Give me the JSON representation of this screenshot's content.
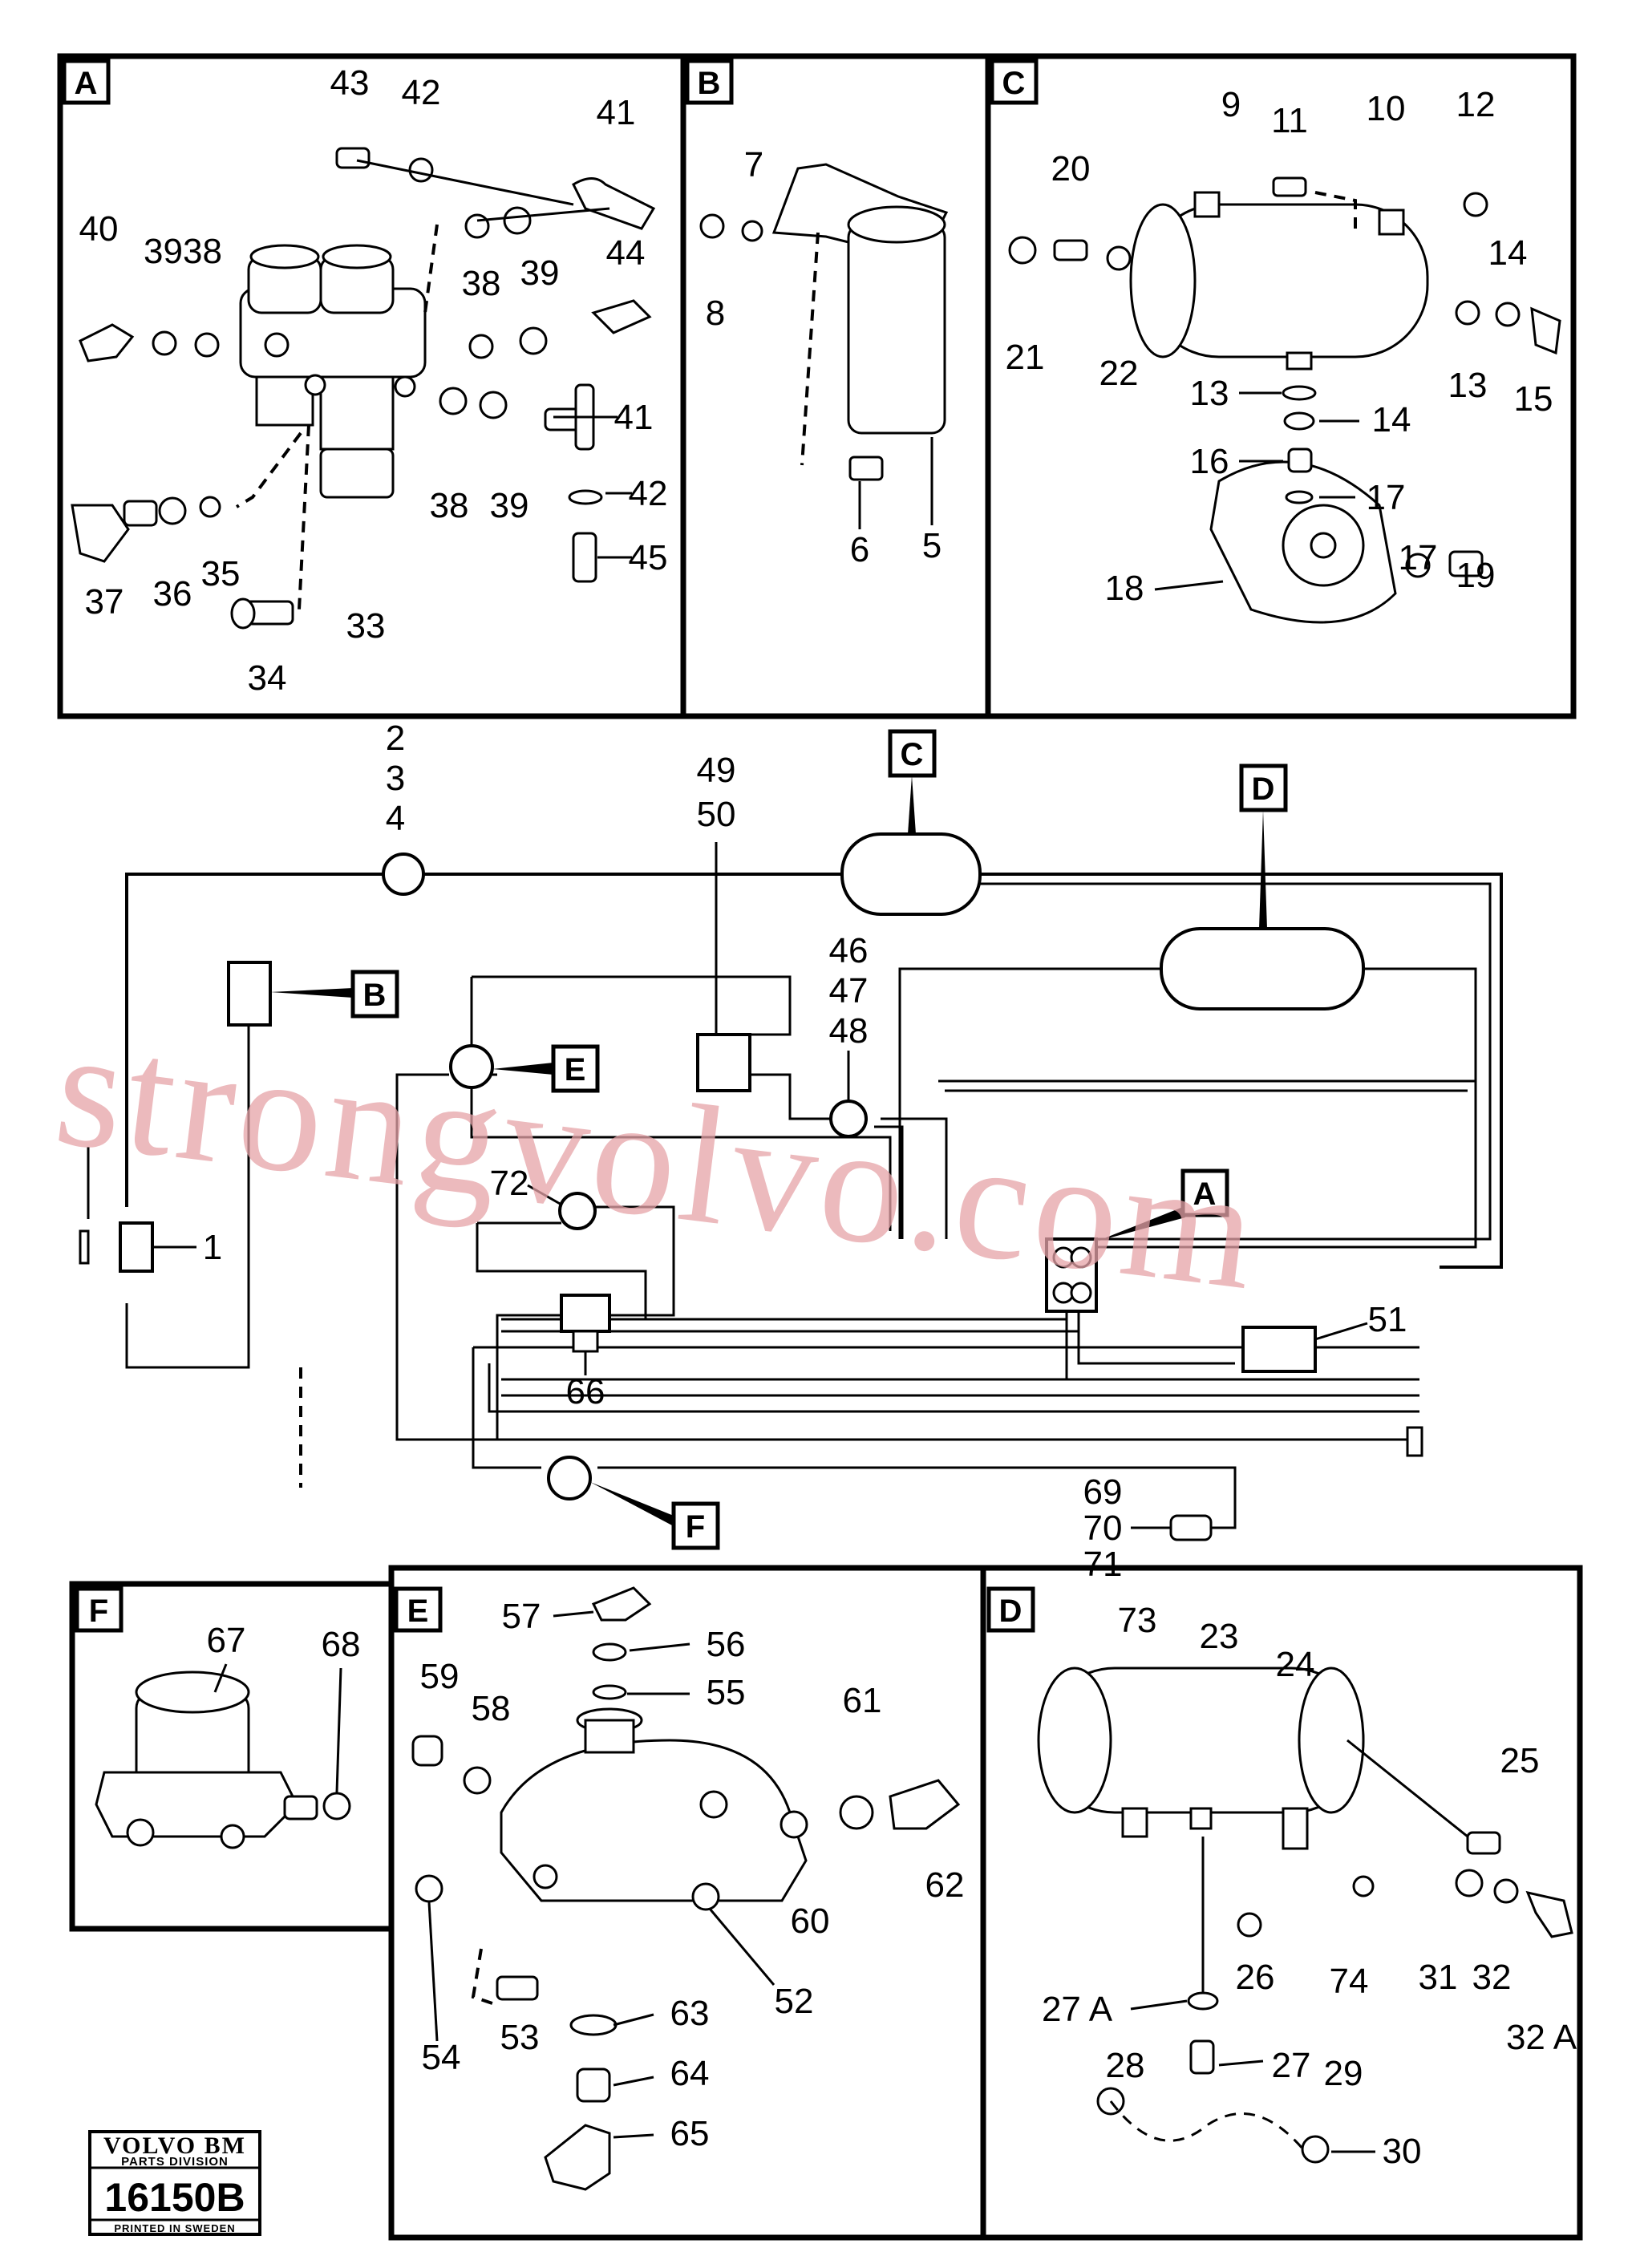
{
  "panels": {
    "A": "A",
    "B": "B",
    "C": "C",
    "D": "D",
    "E": "E",
    "F": "F"
  },
  "watermark": "strongvolvo.com",
  "logo": {
    "brand": "VOLVO BM",
    "division": "PARTS DIVISION",
    "code": "16150B",
    "printed": "PRINTED IN SWEDEN"
  },
  "callouts": {
    "p1": "1",
    "p2": "2",
    "p3": "3",
    "p4": "4",
    "p5": "5",
    "p6": "6",
    "p7": "7",
    "p8": "8",
    "p9": "9",
    "p10": "10",
    "p11": "11",
    "p12": "12",
    "p13": "13",
    "p14": "14",
    "p15": "15",
    "p16": "16",
    "p17": "17",
    "p18": "18",
    "p19": "19",
    "p20": "20",
    "p21": "21",
    "p22": "22",
    "p23": "23",
    "p24": "24",
    "p25": "25",
    "p26": "26",
    "p27": "27",
    "p27A": "27 A",
    "p28": "28",
    "p29": "29",
    "p30": "30",
    "p31": "31",
    "p32": "32",
    "p32A": "32 A",
    "p33": "33",
    "p34": "34",
    "p35": "35",
    "p36": "36",
    "p37": "37",
    "p38": "38",
    "p39": "39",
    "p3938": "3938",
    "p40": "40",
    "p41": "41",
    "p42": "42",
    "p43": "43",
    "p44": "44",
    "p45": "45",
    "p46": "46",
    "p47": "47",
    "p48": "48",
    "p49": "49",
    "p50": "50",
    "p51": "51",
    "p52": "52",
    "p53": "53",
    "p54": "54",
    "p55": "55",
    "p56": "56",
    "p57": "57",
    "p58": "58",
    "p59": "59",
    "p60": "60",
    "p61": "61",
    "p62": "62",
    "p63": "63",
    "p64": "64",
    "p65": "65",
    "p66": "66",
    "p67": "67",
    "p68": "68",
    "p69": "69",
    "p70": "70",
    "p71": "71",
    "p72": "72",
    "p73": "73",
    "p74": "74"
  }
}
